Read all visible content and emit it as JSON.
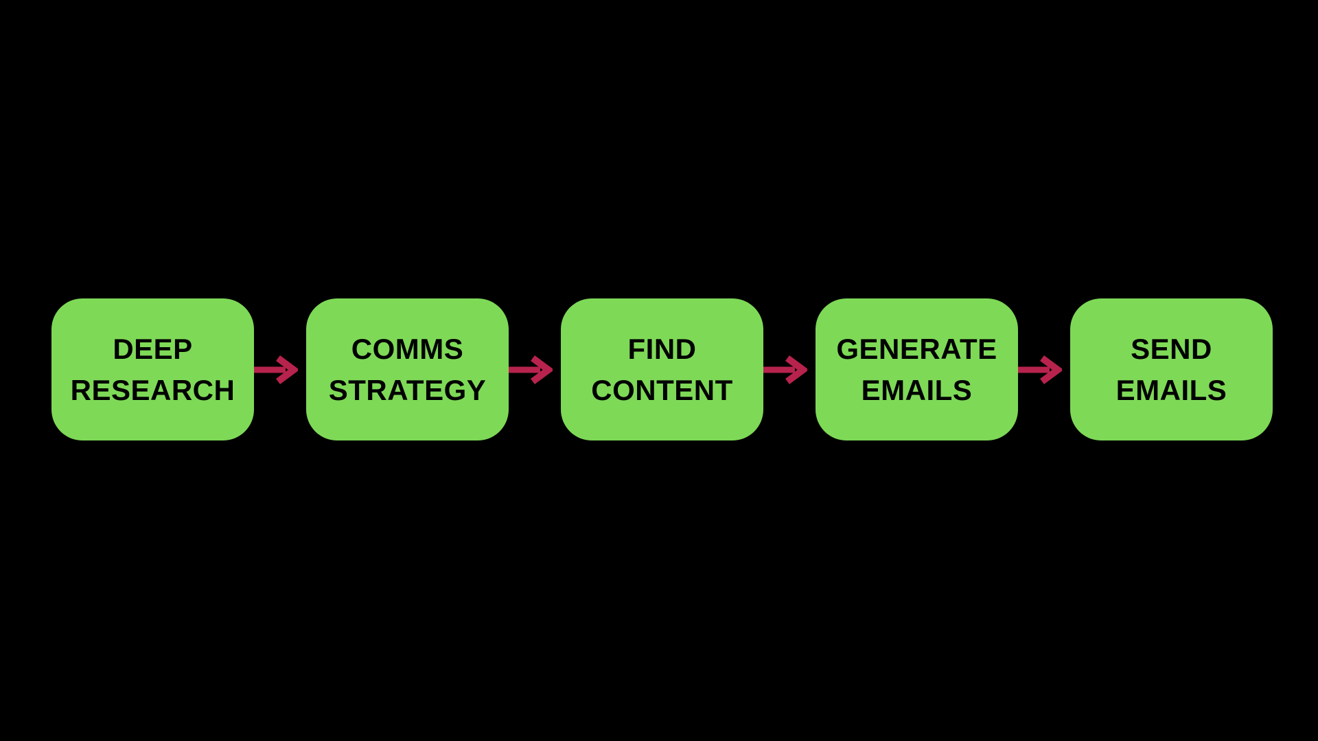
{
  "flowchart": {
    "steps": [
      {
        "id": "deep-research",
        "line1": "DEEP",
        "line2": "RESEARCH"
      },
      {
        "id": "comms-strategy",
        "line1": "COMMS",
        "line2": "STRATEGY"
      },
      {
        "id": "find-content",
        "line1": "FIND",
        "line2": "CONTENT"
      },
      {
        "id": "generate-emails",
        "line1": "GENERATE",
        "line2": "EMAILS"
      },
      {
        "id": "send-emails",
        "line1": "SEND",
        "line2": "EMAILS"
      }
    ],
    "connector_icon": "arrow-right-icon",
    "colors": {
      "background": "#000000",
      "step_fill": "#7ED957",
      "step_text": "#000000",
      "arrow": "#B7234D"
    }
  }
}
